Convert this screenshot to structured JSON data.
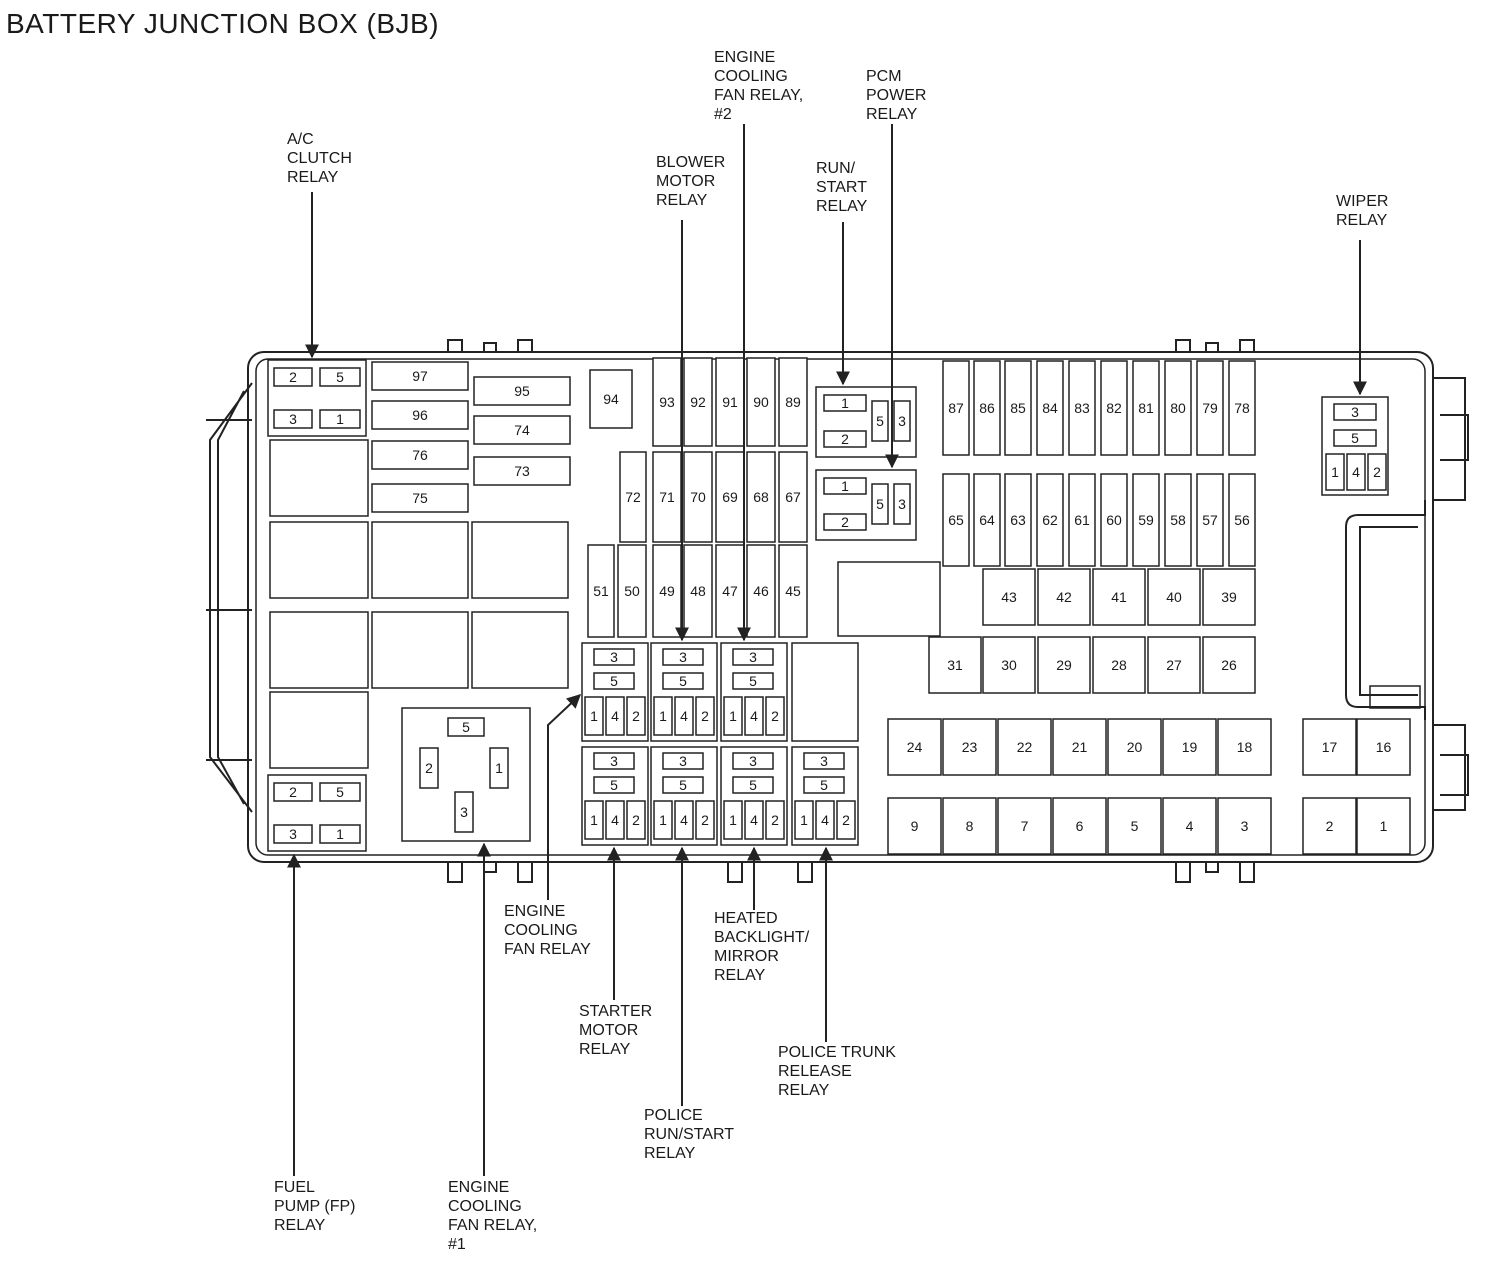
{
  "title": "BATTERY JUNCTION BOX (BJB)",
  "colors": {
    "stroke": "#222222",
    "text": "#1a1a1a",
    "background": "#ffffff"
  },
  "fuses": {
    "f97": "97",
    "f96": "96",
    "f95": "95",
    "f94": "94",
    "f76": "76",
    "f75": "75",
    "f74": "74",
    "f73": "73",
    "f93": "93",
    "f92": "92",
    "f91": "91",
    "f90": "90",
    "f89": "89",
    "f72": "72",
    "f71": "71",
    "f70": "70",
    "f69": "69",
    "f68": "68",
    "f67": "67",
    "f51": "51",
    "f50": "50",
    "f49": "49",
    "f48": "48",
    "f47": "47",
    "f46": "46",
    "f45": "45",
    "f87": "87",
    "f86": "86",
    "f85": "85",
    "f84": "84",
    "f83": "83",
    "f82": "82",
    "f81": "81",
    "f80": "80",
    "f79": "79",
    "f78": "78",
    "f65": "65",
    "f64": "64",
    "f63": "63",
    "f62": "62",
    "f61": "61",
    "f60": "60",
    "f59": "59",
    "f58": "58",
    "f57": "57",
    "f56": "56",
    "f43": "43",
    "f42": "42",
    "f41": "41",
    "f40": "40",
    "f39": "39",
    "f31": "31",
    "f30": "30",
    "f29": "29",
    "f28": "28",
    "f27": "27",
    "f26": "26",
    "f24": "24",
    "f23": "23",
    "f22": "22",
    "f21": "21",
    "f20": "20",
    "f19": "19",
    "f18": "18",
    "f17": "17",
    "f16": "16",
    "f9": "9",
    "f8": "8",
    "f7": "7",
    "f6": "6",
    "f5": "5",
    "f4": "4",
    "f3": "3",
    "f2": "2",
    "f1": "1"
  },
  "pins": {
    "p1": "1",
    "p2": "2",
    "p3": "3",
    "p4": "4",
    "p5": "5"
  },
  "labels": {
    "ac_clutch": [
      "A/C",
      "CLUTCH",
      "RELAY"
    ],
    "ecf2": [
      "ENGINE",
      "COOLING",
      "FAN RELAY,",
      "#2"
    ],
    "pcm": [
      "PCM",
      "POWER",
      "RELAY"
    ],
    "blower": [
      "BLOWER",
      "MOTOR",
      "RELAY"
    ],
    "runstart": [
      "RUN/",
      "START",
      "RELAY"
    ],
    "wiper": [
      "WIPER",
      "RELAY"
    ],
    "ecf": [
      "ENGINE",
      "COOLING",
      "FAN RELAY"
    ],
    "heated": [
      "HEATED",
      "BACKLIGHT/",
      "MIRROR",
      "RELAY"
    ],
    "starter": [
      "STARTER",
      "MOTOR",
      "RELAY"
    ],
    "police_trunk": [
      "POLICE TRUNK",
      "RELEASE",
      "RELAY"
    ],
    "police_run": [
      "POLICE",
      "RUN/START",
      "RELAY"
    ],
    "fuel_pump": [
      "FUEL",
      "PUMP (FP)",
      "RELAY"
    ],
    "ecf1": [
      "ENGINE",
      "COOLING",
      "FAN RELAY,",
      "#1"
    ]
  }
}
